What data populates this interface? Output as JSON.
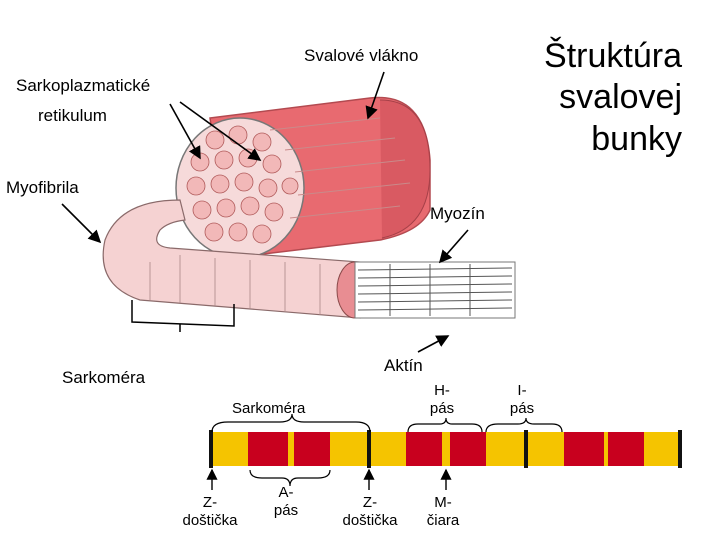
{
  "title": [
    "Štruktúra",
    "svalovej",
    "bunky"
  ],
  "labels": {
    "svalove_vlakno": "Svalové vlákno",
    "sarkoplazmaticke_line1": "Sarkoplazmatické",
    "sarkoplazmaticke_line2": "retikulum",
    "myofibrila": "Myofibrila",
    "myozin": "Myozín",
    "aktin": "Aktín",
    "sarkomera_top": "Sarkoméra",
    "sarkomera_band": "Sarkoméra",
    "h_pas_line1": "H-",
    "h_pas_line2": "pás",
    "i_pas_line1": "I-",
    "i_pas_line2": "pás",
    "z_left_line1": "Z-",
    "z_left_line2": "doštička",
    "a_pas_line1": "A-",
    "a_pas_line2": "pás",
    "z_mid_line1": "Z-",
    "z_mid_line2": "doštička",
    "m_ciara_line1": "M-",
    "m_ciara_line2": "čiara"
  },
  "colors": {
    "band_yellow": "#f5c400",
    "band_red": "#c8001e",
    "z_line": "#111111",
    "muscle_red": "#e8646c",
    "myofibril_pink": "#f3c9c9"
  }
}
